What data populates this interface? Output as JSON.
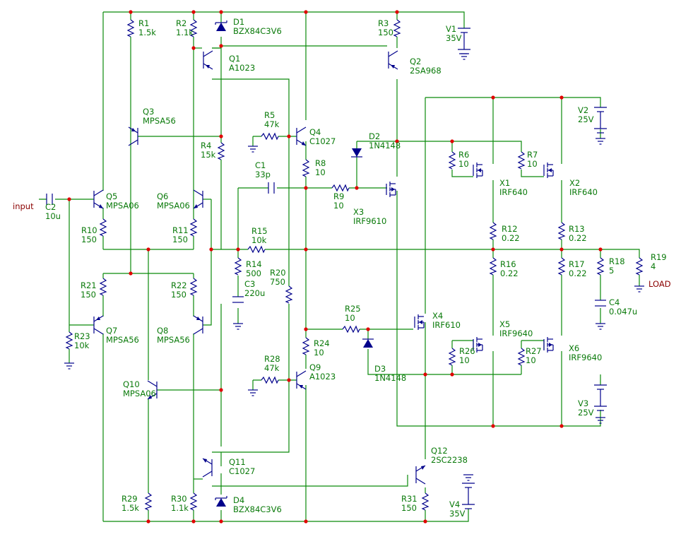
{
  "labels": {
    "R1": [
      "R1",
      "1.5k"
    ],
    "R2": [
      "R2",
      "1.1k"
    ],
    "D1": [
      "D1",
      "BZX84C3V6"
    ],
    "Q1": [
      "Q1",
      "A1023"
    ],
    "R3": [
      "R3",
      "150"
    ],
    "V1": [
      "V1",
      "35V"
    ],
    "Q2": [
      "Q2",
      "2SA968"
    ],
    "Q3": [
      "Q3",
      "MPSA56"
    ],
    "R5": [
      "R5",
      "47k"
    ],
    "Q4": [
      "Q4",
      "C1027"
    ],
    "D2": [
      "D2",
      "1N4148"
    ],
    "V2": [
      "V2",
      "25V"
    ],
    "R4": [
      "R4",
      "15k"
    ],
    "R8": [
      "R8",
      "10"
    ],
    "R6": [
      "R6",
      "10"
    ],
    "R7": [
      "R7",
      "10"
    ],
    "C1": [
      "C1",
      "33p"
    ],
    "X1": [
      "X1",
      "IRF640"
    ],
    "X2": [
      "X2",
      "IRF640"
    ],
    "Q5": [
      "Q5",
      "MPSA06"
    ],
    "Q6": [
      "Q6",
      "MPSA06"
    ],
    "R9": [
      "R9",
      "10"
    ],
    "X3": [
      "X3",
      "IRF9610"
    ],
    "C2": [
      "C2",
      "10u"
    ],
    "R10": [
      "R10",
      "150"
    ],
    "R11": [
      "R11",
      "150"
    ],
    "R12": [
      "R12",
      "0.22"
    ],
    "R13": [
      "R13",
      "0.22"
    ],
    "R15": [
      "R15",
      "10k"
    ],
    "R14": [
      "R14",
      "500"
    ],
    "C3": [
      "C3",
      "220u"
    ],
    "R20": [
      "R20",
      "750"
    ],
    "R18": [
      "R18",
      "5"
    ],
    "R19": [
      "R19",
      "4"
    ],
    "R16": [
      "R16",
      "0.22"
    ],
    "R17": [
      "R17",
      "0.22"
    ],
    "R21": [
      "R21",
      "150"
    ],
    "R22": [
      "R22",
      "150"
    ],
    "C4": [
      "C4",
      "0.047u"
    ],
    "R25": [
      "R25",
      "10"
    ],
    "X4": [
      "X4",
      "IRF610"
    ],
    "Q7": [
      "Q7",
      "MPSA56"
    ],
    "Q8": [
      "Q8",
      "MPSA56"
    ],
    "X5": [
      "X5",
      "IRF9640"
    ],
    "R23": [
      "R23",
      "10k"
    ],
    "R24": [
      "R24",
      "10"
    ],
    "R26": [
      "R26",
      "10"
    ],
    "R27": [
      "R27",
      "10"
    ],
    "X6": [
      "X6",
      "IRF9640"
    ],
    "R28": [
      "R28",
      "47k"
    ],
    "Q9": [
      "Q9",
      "A1023"
    ],
    "D3": [
      "D3",
      "1N4148"
    ],
    "Q10": [
      "Q10",
      "MPSA06"
    ],
    "V3": [
      "V3",
      "25V"
    ],
    "Q11": [
      "Q11",
      "C1027"
    ],
    "Q12": [
      "Q12",
      "2SC2238"
    ],
    "R29": [
      "R29",
      "1.5k"
    ],
    "R30": [
      "R30",
      "1.1k"
    ],
    "D4": [
      "D4",
      "BZX84C3V6"
    ],
    "R31": [
      "R31",
      "150"
    ],
    "V4": [
      "V4",
      "35V"
    ]
  },
  "ports": {
    "input": "input",
    "load": "LOAD"
  },
  "colors": {
    "wire": "#0a8a0a",
    "component": "#00008b",
    "junction": "#e00000",
    "port": "#8b0000",
    "background": "#ffffff"
  }
}
